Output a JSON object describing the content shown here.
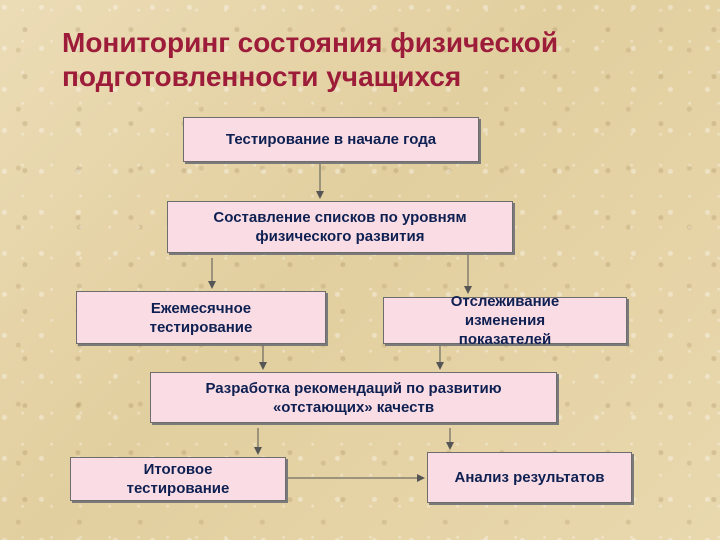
{
  "title": {
    "line1": "Мониторинг состояния физической",
    "line2": "подготовленности учащихся"
  },
  "nodes": {
    "start_testing": "Тестирование в начале года",
    "lists": {
      "line1": "Составление списков по уровням",
      "line2": "физического развития"
    },
    "monthly": {
      "line1": "Ежемесячное",
      "line2": "тестирование"
    },
    "tracking": {
      "line1": "Отслеживание",
      "line2": "изменения",
      "line3": "показателей"
    },
    "recommendations": {
      "line1": "Разработка рекомендаций по развитию",
      "line2": "«отстающих» качеств"
    },
    "final": {
      "line1": "Итоговое",
      "line2": "тестирование"
    },
    "analysis": "Анализ результатов"
  },
  "colors": {
    "title": "#9c1c3a",
    "box_fill": "#fadde4",
    "box_text": "#0e1f52",
    "arrow": "#555555"
  }
}
